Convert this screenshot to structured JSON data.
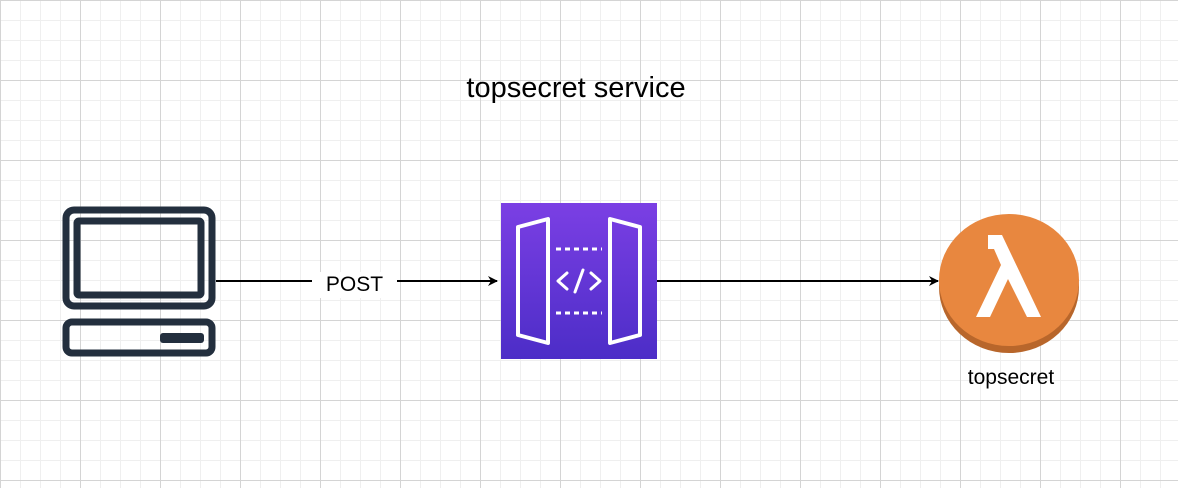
{
  "diagram": {
    "title": "topsecret service",
    "nodes": {
      "client": {
        "icon": "desktop-computer-icon"
      },
      "gateway": {
        "icon": "api-gateway-icon",
        "color": "#7b3fe4",
        "color_dark": "#4c2dc7"
      },
      "lambda": {
        "icon": "lambda-icon",
        "label": "topsecret",
        "color": "#e8873f",
        "color_dark": "#b8662b"
      }
    },
    "edges": [
      {
        "from": "client",
        "to": "gateway",
        "label": "POST"
      },
      {
        "from": "gateway",
        "to": "lambda",
        "label": ""
      }
    ]
  }
}
